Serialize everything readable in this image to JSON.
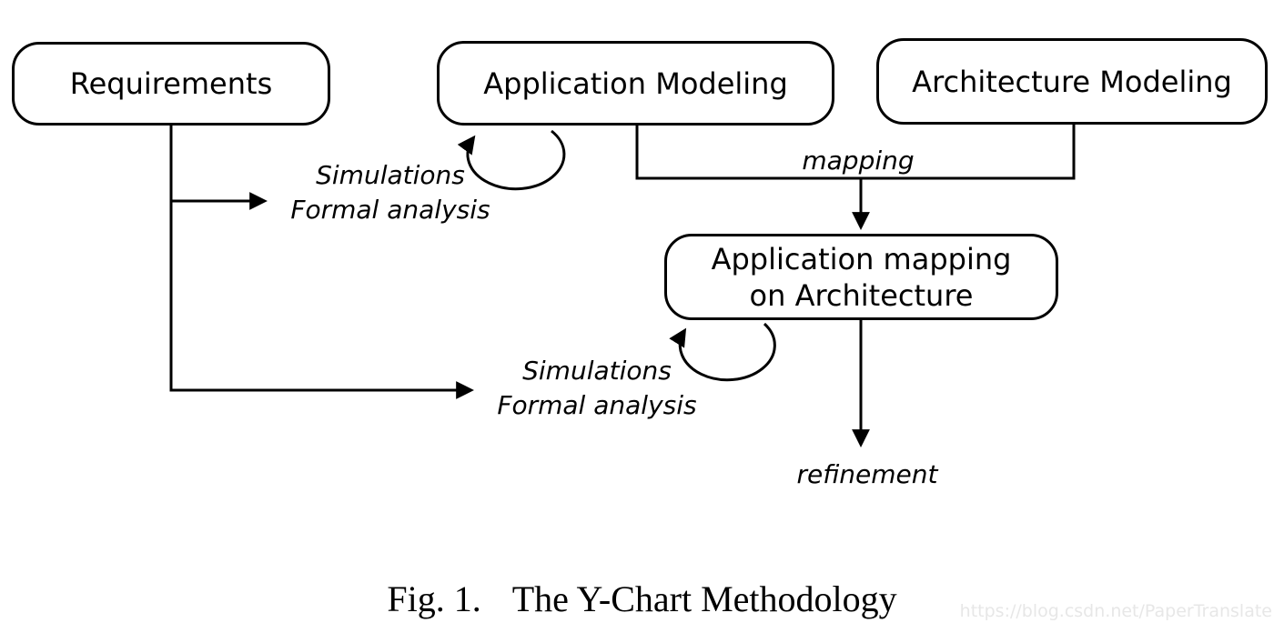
{
  "figure": {
    "caption": {
      "fig_label": "Fig. 1.",
      "title": "The Y-Chart Methodology"
    },
    "watermark": "https://blog.csdn.net/PaperTranslate"
  },
  "diagram": {
    "nodes": {
      "requirements": {
        "label": "Requirements"
      },
      "application_modeling": {
        "label": "Application Modeling"
      },
      "architecture_modeling": {
        "label": "Architecture Modeling"
      },
      "application_mapping": {
        "line1": "Application mapping",
        "line2": "on Architecture"
      }
    },
    "edge_labels": {
      "upper_feedback_line1": "Simulations",
      "upper_feedback_line2": "Formal analysis",
      "lower_feedback_line1": "Simulations",
      "lower_feedback_line2": "Formal analysis",
      "mapping": "mapping",
      "refinement": "refinement"
    },
    "colors": {
      "stroke": "#000000",
      "background": "#ffffff",
      "watermark_text": "#e7e7e7"
    }
  }
}
